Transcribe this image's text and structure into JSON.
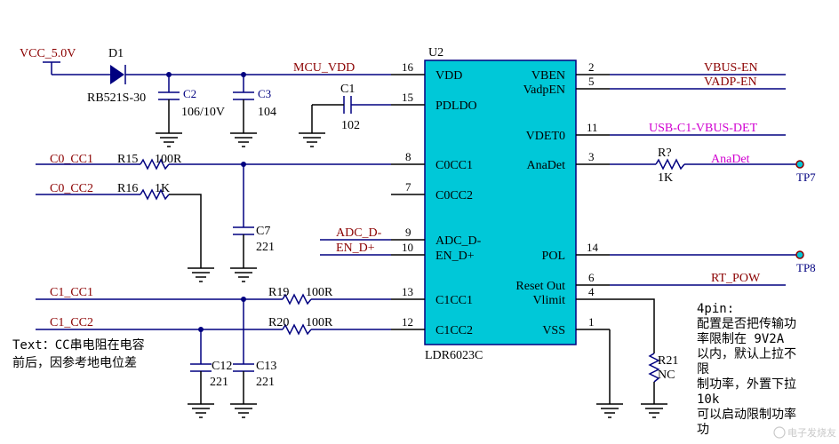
{
  "nets": {
    "vcc": "VCC_5.0V",
    "mcu_vdd": "MCU_VDD",
    "c0_cc1": "C0_CC1",
    "c0_cc2": "C0_CC2",
    "adc_d": "ADC_D-",
    "en_d": "EN_D+",
    "c1_cc1": "C1_CC1",
    "c1_cc2": "C1_CC2",
    "vbus_en": "VBUS-EN",
    "vadp_en": "VADP-EN",
    "usb_vbus_det": "USB-C1-VBUS-DET",
    "anadet": "AnaDet",
    "rt_pow": "RT_POW"
  },
  "components": {
    "d1_ref": "D1",
    "d1_val": "RB521S-30",
    "c2_ref": "C2",
    "c2_val": "106/10V",
    "c3_ref": "C3",
    "c3_val": "104",
    "c1_ref": "C1",
    "c1_val": "102",
    "r15_ref": "R15",
    "r15_val": "100R",
    "r16_ref": "R16",
    "r16_val": "1K",
    "c7_ref": "C7",
    "c7_val": "221",
    "r19_ref": "R19",
    "r19_val": "100R",
    "r20_ref": "R20",
    "r20_val": "100R",
    "c12_ref": "C12",
    "c12_val": "221",
    "c13_ref": "C13",
    "c13_val": "221",
    "rq_ref": "R?",
    "rq_val": "1K",
    "r21_ref": "R21",
    "r21_val": "NC",
    "tp7": "TP7",
    "tp8": "TP8"
  },
  "ic": {
    "ref": "U2",
    "part": "LDR6023C",
    "color": "#00c8d8",
    "left_pins": [
      {
        "num": "16",
        "name": "VDD"
      },
      {
        "num": "15",
        "name": "PDLDO"
      },
      {
        "num": "8",
        "name": "C0CC1"
      },
      {
        "num": "7",
        "name": "C0CC2"
      },
      {
        "num": "9",
        "name": "ADC_D-"
      },
      {
        "num": "10",
        "name": "EN_D+"
      },
      {
        "num": "13",
        "name": "C1CC1"
      },
      {
        "num": "12",
        "name": "C1CC2"
      }
    ],
    "right_pins": [
      {
        "num": "2",
        "name": "VBEN"
      },
      {
        "num": "5",
        "name": "VadpEN"
      },
      {
        "num": "11",
        "name": "VDET0"
      },
      {
        "num": "3",
        "name": "AnaDet"
      },
      {
        "num": "14",
        "name": "POL"
      },
      {
        "num": "6",
        "name": "Reset Out"
      },
      {
        "num": "4",
        "name": "Vlimit"
      },
      {
        "num": "1",
        "name": "VSS"
      }
    ]
  },
  "notes": {
    "left": [
      "Text：CC串电阻在电容",
      "前后，因参考地电位差"
    ],
    "right": [
      "4pin:",
      "配置是否把传输功",
      "率限制在 9V2A",
      "以内，默认上拉不",
      "限",
      "制功率，外置下拉",
      "10k",
      "可以启动限制功率",
      "功"
    ]
  },
  "watermark": "电子发烧友"
}
